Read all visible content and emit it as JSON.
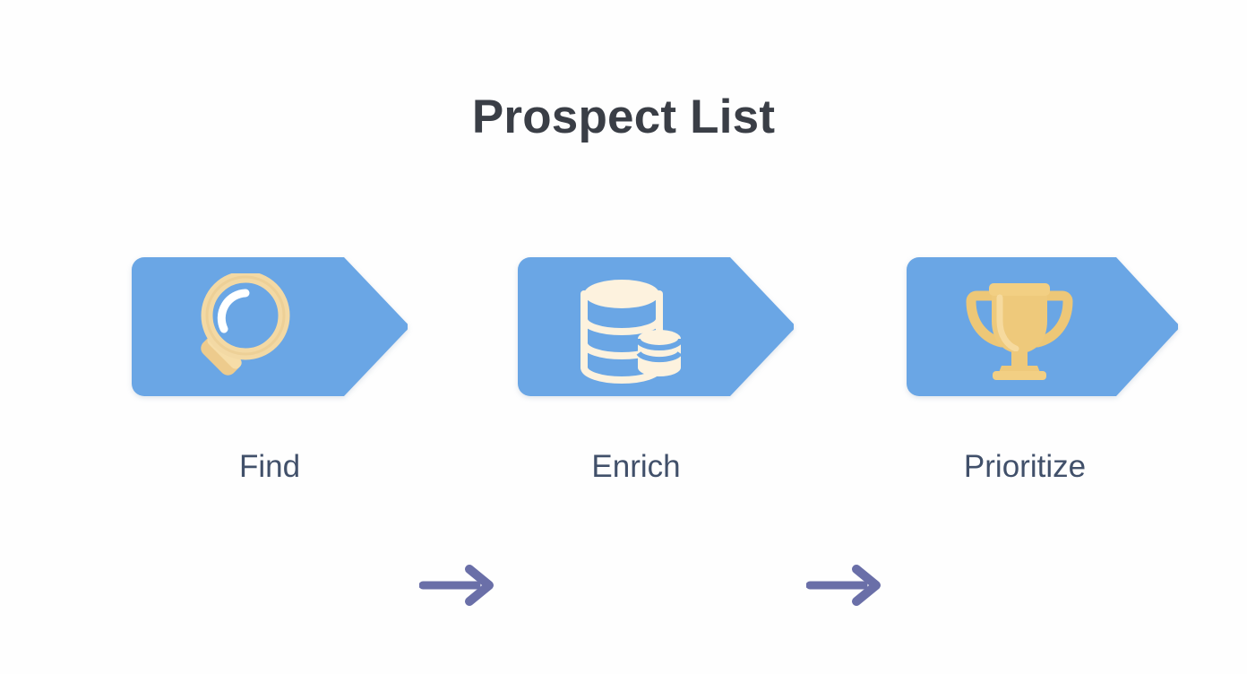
{
  "page": {
    "title": "Prospect List",
    "background_color": "#fefefe",
    "title_color": "#3a3e46"
  },
  "theme": {
    "chevron_fill": "#6aa6e5",
    "arrow_color": "#6a6fa8",
    "label_color": "#41506a",
    "icon_cream": "#fdf2de",
    "icon_gold": "#f0c97a",
    "icon_highlight": "#ffffff"
  },
  "diagram": {
    "type": "process-flow",
    "orientation": "horizontal",
    "step_count": 3,
    "steps": [
      {
        "index": 1,
        "label": "Find",
        "icon": "magnifier-icon",
        "icon_color": "#f2d9a8",
        "shape": "chevron",
        "shape_color": "#6aa6e5"
      },
      {
        "index": 2,
        "label": "Enrich",
        "icon": "database-icon",
        "icon_color": "#fdf2de",
        "shape": "chevron",
        "shape_color": "#6aa6e5"
      },
      {
        "index": 3,
        "label": "Prioritize",
        "icon": "trophy-icon",
        "icon_color": "#f0c97a",
        "shape": "chevron",
        "shape_color": "#6aa6e5"
      }
    ],
    "connectors": [
      {
        "index": 1,
        "from": "Find",
        "to": "Enrich",
        "icon": "arrow-right-icon",
        "color": "#6a6fa8"
      },
      {
        "index": 2,
        "from": "Enrich",
        "to": "Prioritize",
        "icon": "arrow-right-icon",
        "color": "#6a6fa8"
      }
    ]
  }
}
